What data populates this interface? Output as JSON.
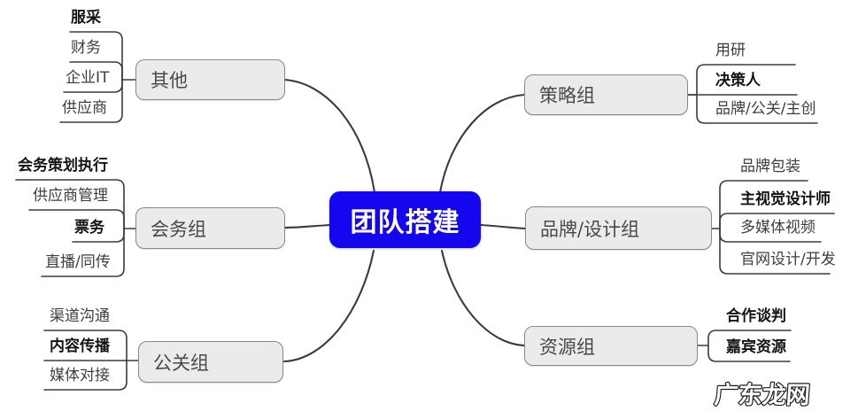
{
  "center": {
    "label": "团队搭建"
  },
  "groups": [
    {
      "label": "其他",
      "side": "left",
      "children": [
        {
          "label": "服采",
          "bold": true
        },
        {
          "label": "财务",
          "bold": false
        },
        {
          "label": "企业IT",
          "bold": false
        },
        {
          "label": "供应商",
          "bold": false
        }
      ]
    },
    {
      "label": "会务组",
      "side": "left",
      "children": [
        {
          "label": "会务策划执行",
          "bold": true
        },
        {
          "label": "供应商管理",
          "bold": false
        },
        {
          "label": "票务",
          "bold": true
        },
        {
          "label": "直播/同传",
          "bold": false
        }
      ]
    },
    {
      "label": "公关组",
      "side": "left",
      "children": [
        {
          "label": "渠道沟通",
          "bold": false
        },
        {
          "label": "内容传播",
          "bold": true
        },
        {
          "label": "媒体对接",
          "bold": false
        }
      ]
    },
    {
      "label": "策略组",
      "side": "right",
      "children": [
        {
          "label": "用研",
          "bold": false
        },
        {
          "label": "决策人",
          "bold": true
        },
        {
          "label": "品牌/公关/主创",
          "bold": false
        }
      ]
    },
    {
      "label": "品牌/设计组",
      "side": "right",
      "children": [
        {
          "label": "品牌包装",
          "bold": false
        },
        {
          "label": "主视觉设计师",
          "bold": true
        },
        {
          "label": "多媒体视频",
          "bold": false
        },
        {
          "label": "官网设计/开发",
          "bold": false
        }
      ]
    },
    {
      "label": "资源组",
      "side": "right",
      "children": [
        {
          "label": "合作谈判",
          "bold": true
        },
        {
          "label": "嘉宾资源",
          "bold": true
        }
      ]
    }
  ],
  "watermark": {
    "text": "广东龙网"
  },
  "colors": {
    "central_topic_bg": "#1407f0",
    "central_topic_text": "#ffffff",
    "group_node_fill": "#ebebeb",
    "group_node_border": "#8a8a8a",
    "connector_line": "#3b3b3b",
    "leaf_text": "#3e3e3e",
    "leaf_text_bold": "#141414"
  }
}
